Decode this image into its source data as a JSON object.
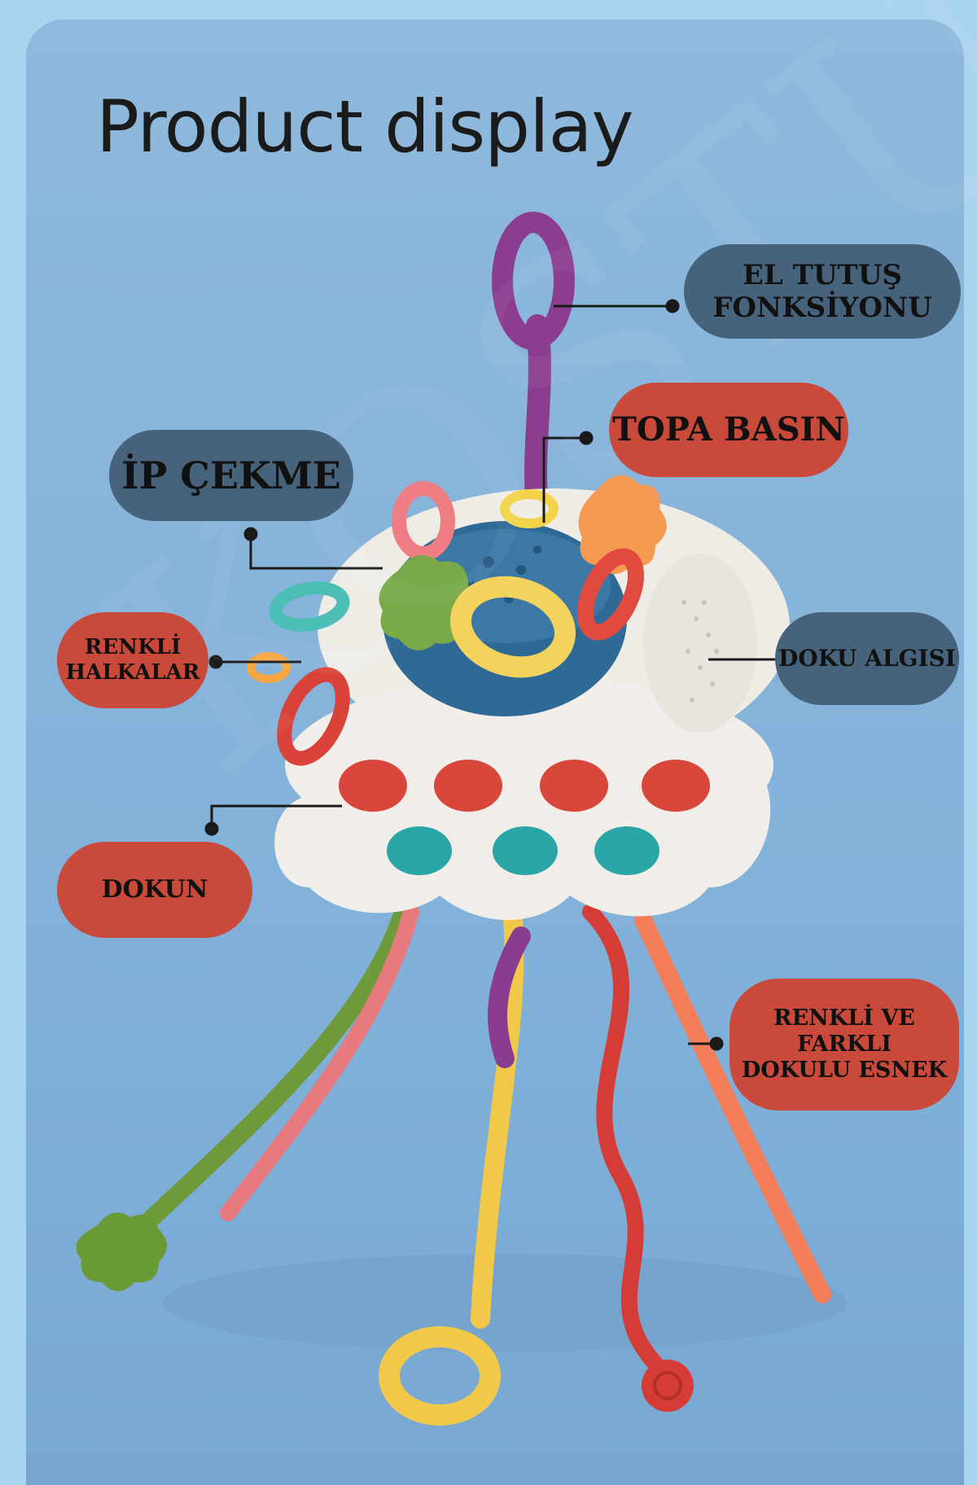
{
  "title": "Product display",
  "labels": {
    "el_tutus": "EL TUTUŞ\nFONKSİYONU",
    "topa_basin": "TOPA BASIN",
    "ip_cekme": "İP ÇEKME",
    "renkli_halkalar": "RENKLİ\nHALKALAR",
    "doku_algisi": "DOKU ALGISI",
    "dokun": "DOKUN",
    "renkli_esnek": "RENKLİ VE FARKLI\nDOKULU ESNEK"
  },
  "colors": {
    "background": "#a9d3f1",
    "label_slate": "#47637b",
    "label_red": "#c9493a",
    "text": "#111111"
  }
}
